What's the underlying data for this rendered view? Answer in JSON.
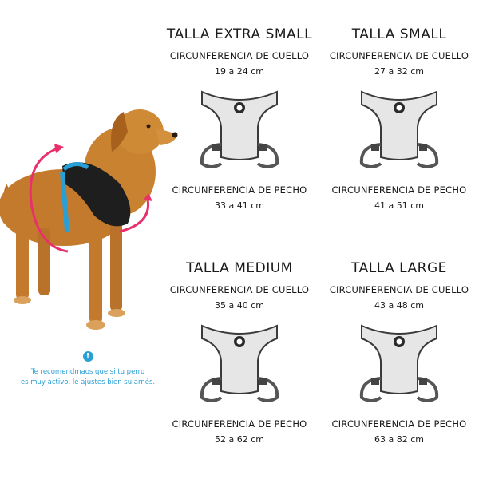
{
  "sizes": [
    {
      "title": "TALLA EXTRA SMALL",
      "neck_label": "CIRCUNFERENCIA DE CUELLO",
      "neck_value": "19 a 24 cm",
      "chest_label": "CIRCUNFERENCIA DE PECHO",
      "chest_value": "33 a 41 cm"
    },
    {
      "title": "TALLA SMALL",
      "neck_label": "CIRCUNFERENCIA DE CUELLO",
      "neck_value": "27 a 32 cm",
      "chest_label": "CIRCUNFERENCIA DE PECHO",
      "chest_value": "41 a 51 cm"
    },
    {
      "title": "TALLA MEDIUM",
      "neck_label": "CIRCUNFERENCIA DE CUELLO",
      "neck_value": "35 a 40 cm",
      "chest_label": "CIRCUNFERENCIA DE PECHO",
      "chest_value": "52 a 62 cm"
    },
    {
      "title": "TALLA LARGE",
      "neck_label": "CIRCUNFERENCIA DE CUELLO",
      "neck_value": "43 a 48 cm",
      "chest_label": "CIRCUNFERENCIA DE PECHO",
      "chest_value": "63 a 82 cm"
    }
  ],
  "tip": {
    "line1": "Te recomendmaos que si tu perro",
    "line2": "es muy activo, le ajustes bien su arnés.",
    "icon": "exclamation-icon"
  },
  "colors": {
    "accent_blue": "#2a9fd6",
    "arrow_pink": "#e8316b",
    "harness_fill": "#e6e6e6",
    "harness_stroke": "#3a3a3a",
    "dog_fur": "#c47a2c"
  }
}
